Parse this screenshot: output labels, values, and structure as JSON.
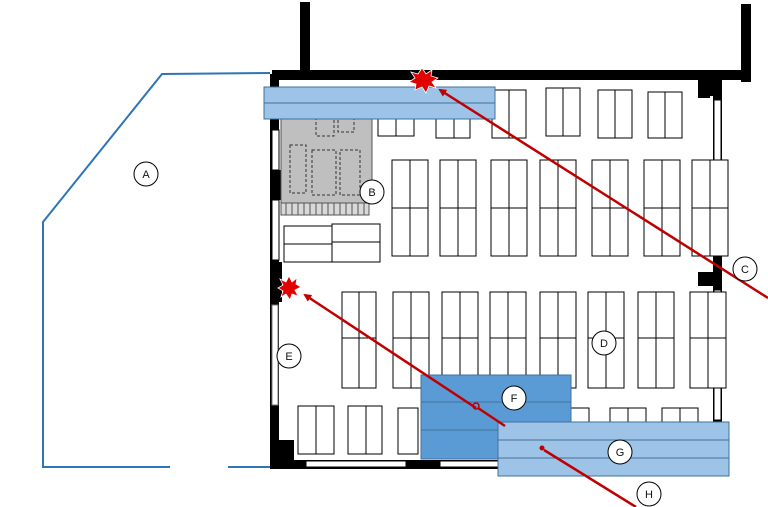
{
  "labels": [
    {
      "id": "A",
      "text": "A"
    },
    {
      "id": "B",
      "text": "B"
    },
    {
      "id": "C",
      "text": "C"
    },
    {
      "id": "D",
      "text": "D"
    },
    {
      "id": "E",
      "text": "E"
    },
    {
      "id": "F",
      "text": "F"
    },
    {
      "id": "G",
      "text": "G"
    },
    {
      "id": "H",
      "text": "H"
    }
  ],
  "colors": {
    "wall": "#000000",
    "boundary": "#2e75b6",
    "lightbar": "#9dc3e6",
    "lightbar_stroke": "#41719c",
    "darkbar": "#5b9bd5",
    "arrow": "#c00000",
    "burst": "#e00000",
    "machine": "#bfbfbf"
  }
}
